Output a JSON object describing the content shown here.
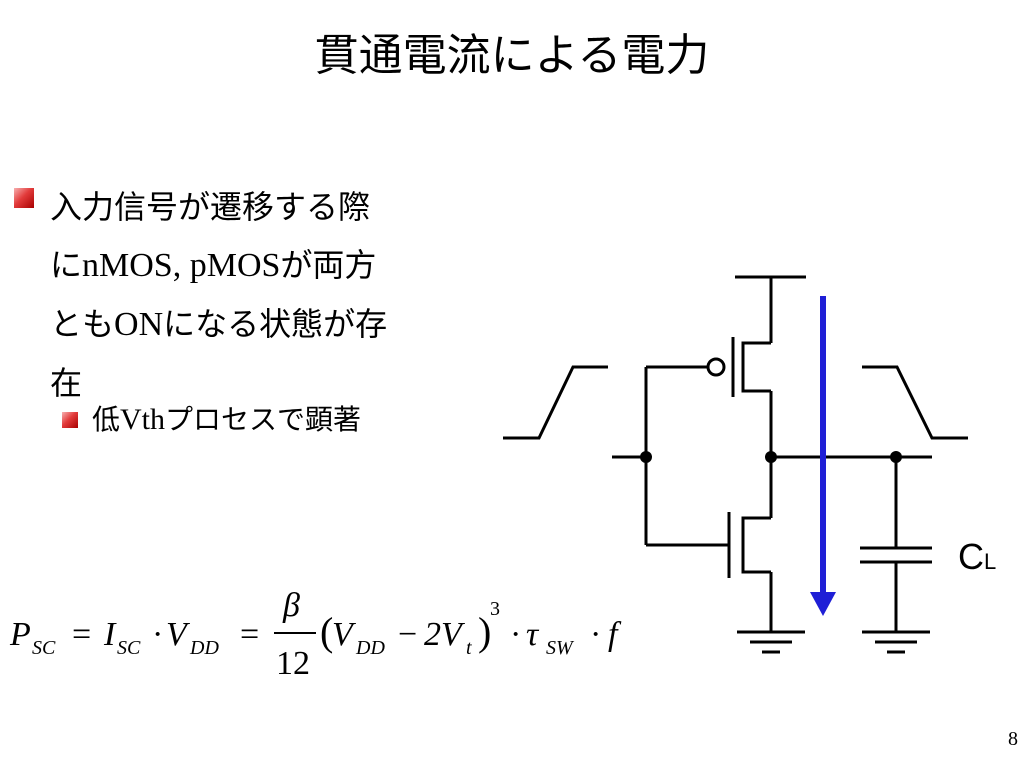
{
  "slide": {
    "title": "貫通電流による電力",
    "bullet1": {
      "line1": "入力信号が遷移する際",
      "line2_pre": "に",
      "line2_latin": "nMOS, pMOS",
      "line2_post": "が両方",
      "line3_pre": "とも",
      "line3_latin": "ON",
      "line3_post": "になる状態が存",
      "line4": "在"
    },
    "bullet2": {
      "pre": "低",
      "latin": "Vth",
      "post": "プロセスで顕著"
    },
    "capacitor_label": {
      "main": "C",
      "sub": "L"
    },
    "formula": {
      "p": "P",
      "p_sub": "SC",
      "eq1": "=",
      "i": "I",
      "i_sub": "SC",
      "dot1": "·",
      "v": "V",
      "v_sub": "DD",
      "eq2": "=",
      "beta": "β",
      "denominator": "12",
      "lparen": "(",
      "v2": "V",
      "v2_sub": "DD",
      "minus": "−",
      "two_v": "2V",
      "t_sub": "t",
      "rparen": ")",
      "cube": "3",
      "dot2": "·",
      "tau": "τ",
      "tau_sub": "SW",
      "dot3": "·",
      "f": "f"
    },
    "page_number": "8",
    "colors": {
      "arrow": "#1f1fd6",
      "bullet": "#d81e1e"
    }
  }
}
